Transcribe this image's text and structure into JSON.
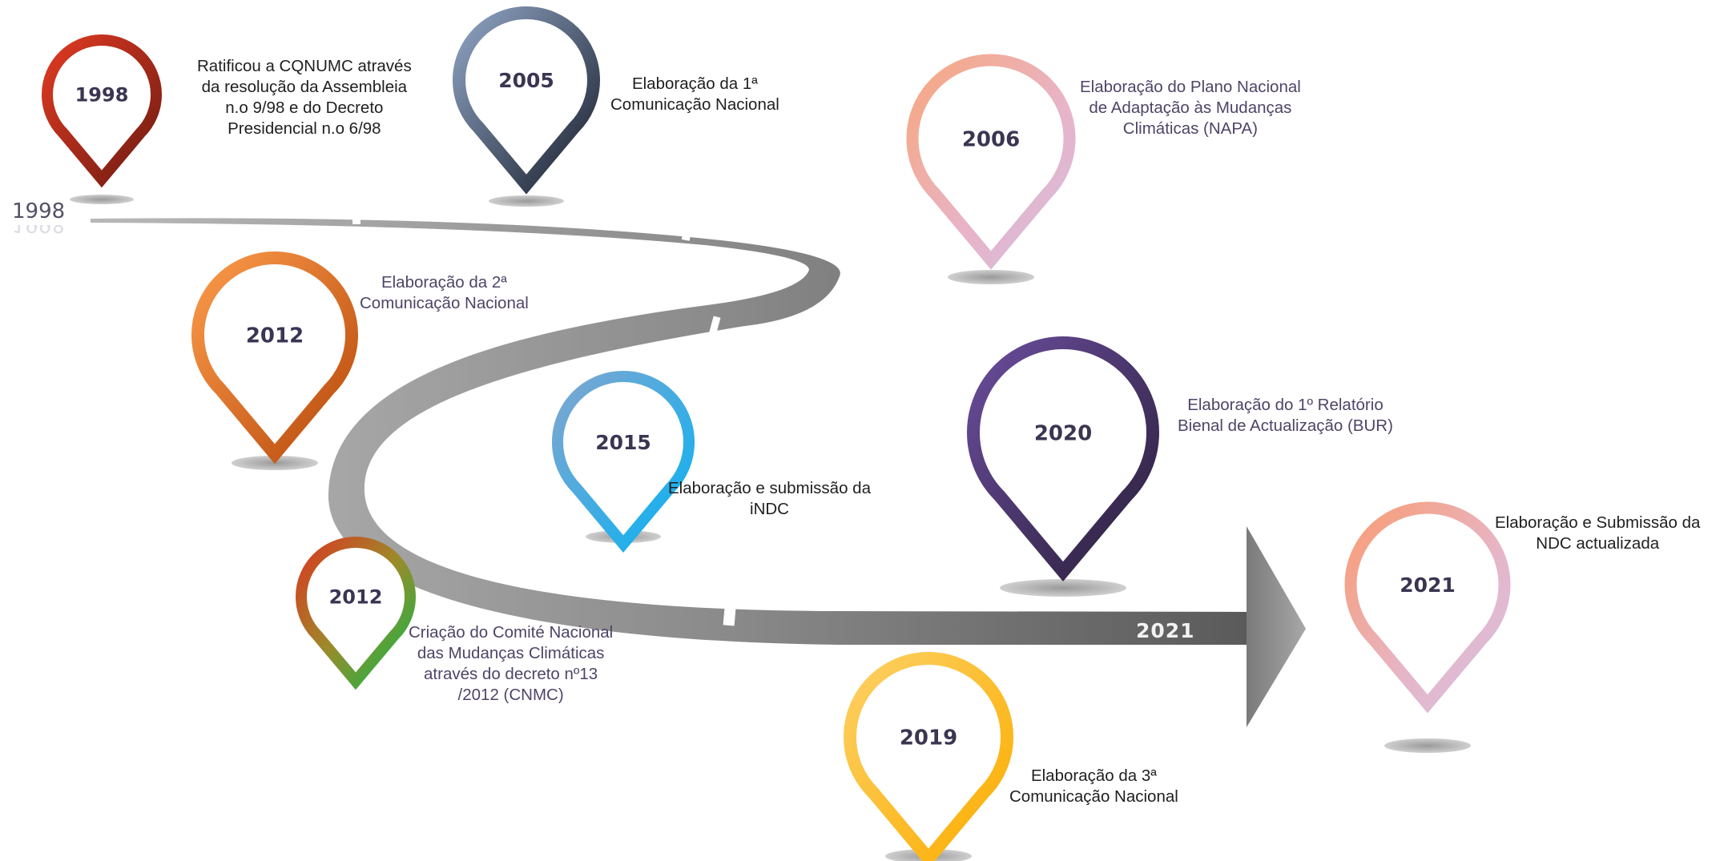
{
  "timeline": {
    "start_label": "1998",
    "start_label_reflection": "1998",
    "end_label": "2021"
  },
  "milestones": [
    {
      "id": "m1998",
      "year": "1998",
      "lines": [
        "Ratificou a CQNUMC através",
        "da resolução da Assembleia",
        "n.o 9/98 e do Decreto",
        "Presidencial n.o 6/98"
      ]
    },
    {
      "id": "m2005",
      "year": "2005",
      "lines": [
        "Elaboração da 1ª",
        "Comunicação Nacional"
      ]
    },
    {
      "id": "m2006",
      "year": "2006",
      "lines": [
        "Elaboração do Plano Nacional",
        "de Adaptação às Mudanças",
        "Climáticas (NAPA)"
      ]
    },
    {
      "id": "m2012a",
      "year": "2012",
      "lines": [
        "Elaboração da 2ª",
        "Comunicação Nacional"
      ]
    },
    {
      "id": "m2015",
      "year": "2015",
      "lines": [
        "Elaboração e submissão da",
        "iNDC"
      ]
    },
    {
      "id": "m2020",
      "year": "2020",
      "lines": [
        "Elaboração do 1º Relatório",
        "Bienal de Actualização (BUR)"
      ]
    },
    {
      "id": "m2012b",
      "year": "2012",
      "lines": [
        "Criação do Comité Nacional",
        "das Mudanças Climáticas",
        "através do decreto nº13",
        "/2012 (CNMC)"
      ]
    },
    {
      "id": "m2021",
      "year": "2021",
      "lines": [
        "Elaboração e Submissão da",
        "NDC actualizada"
      ]
    },
    {
      "id": "m2019",
      "year": "2019",
      "lines": [
        "Elaboração da 3ª",
        "Comunicação Nacional"
      ]
    }
  ],
  "colors": {
    "road_light": "#b4b4b4",
    "road_dark": "#5e5e5e",
    "year_text": "#3b3552",
    "pin_1998": [
      "#e03a22",
      "#6e1c12"
    ],
    "pin_2005": [
      "#8ea3c2",
      "#1c2230"
    ],
    "pin_2006": [
      "#f7a77f",
      "#d3bddf"
    ],
    "pin_2012_a": [
      "#fb9a4a",
      "#b84a0c"
    ],
    "pin_2015": [
      "#7fa6d0",
      "#0ab2f2"
    ],
    "pin_2020": [
      "#6a4d9c",
      "#2a1f3a"
    ],
    "pin_2012_b": [
      "#d83a22",
      "#10b84a"
    ],
    "pin_2021": [
      "#f99c74",
      "#d7c0e0"
    ],
    "pin_2019": [
      "#fdd064",
      "#fbad00"
    ]
  }
}
